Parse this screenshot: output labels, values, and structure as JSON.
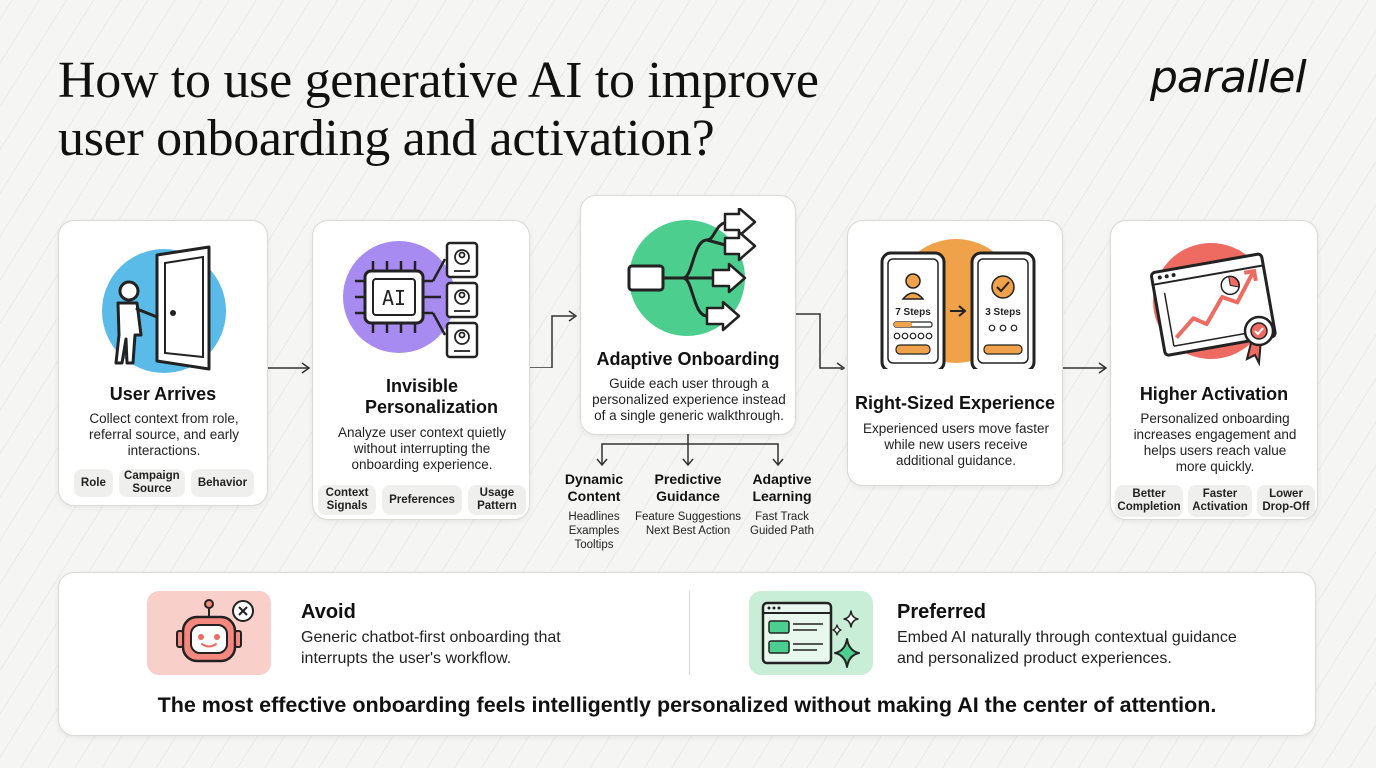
{
  "header": {
    "title_line1": "How to use generative AI to improve",
    "title_line2": "user onboarding and activation?",
    "brand": "parallel"
  },
  "steps": [
    {
      "title": "User Arrives",
      "description": "Collect context from role, referral source, and early interactions.",
      "chips": [
        "Role",
        "Campaign Source",
        "Behavior"
      ]
    },
    {
      "title": "Invisible Personalization",
      "description": "Analyze user context quietly without interrupting the onboarding experience.",
      "chips": [
        "Context Signals",
        "Preferences",
        "Usage Pattern"
      ],
      "icon_text": "AI"
    },
    {
      "title": "Adaptive Onboarding",
      "description": "Guide each user through a personalized experience instead of a single generic walkthrough.",
      "branches": [
        {
          "title": "Dynamic Content",
          "items": [
            "Headlines",
            "Examples",
            "Tooltips"
          ]
        },
        {
          "title": "Predictive Guidance",
          "items": [
            "Feature Suggestions",
            "Next Best Action"
          ]
        },
        {
          "title": "Adaptive Learning",
          "items": [
            "Fast Track",
            "Guided Path"
          ]
        }
      ]
    },
    {
      "title": "Right-Sized Experience",
      "description": "Experienced users move faster while new users receive additional guidance.",
      "phone_left": "7 Steps",
      "phone_right": "3 Steps"
    },
    {
      "title": "Higher Activation",
      "description": "Personalized onboarding increases engagement and helps users reach value more quickly.",
      "chips": [
        "Better Completion",
        "Faster Activation",
        "Lower Drop-Off"
      ]
    }
  ],
  "bottom": {
    "avoid_title": "Avoid",
    "avoid_desc": "Generic chatbot-first onboarding that interrupts the user's workflow.",
    "preferred_title": "Preferred",
    "preferred_desc": "Embed AI naturally through contextual guidance and personalized product experiences.",
    "statement": "The most effective onboarding feels intelligently personalized without making AI the center of attention."
  },
  "colors": {
    "blue": "#5bbbe8",
    "purple": "#a88bf0",
    "green": "#4ccf8e",
    "orange": "#f0a24a",
    "red": "#ee6b62",
    "avoid_bg": "#f9cfca",
    "preferred_bg": "#c9eed8"
  }
}
